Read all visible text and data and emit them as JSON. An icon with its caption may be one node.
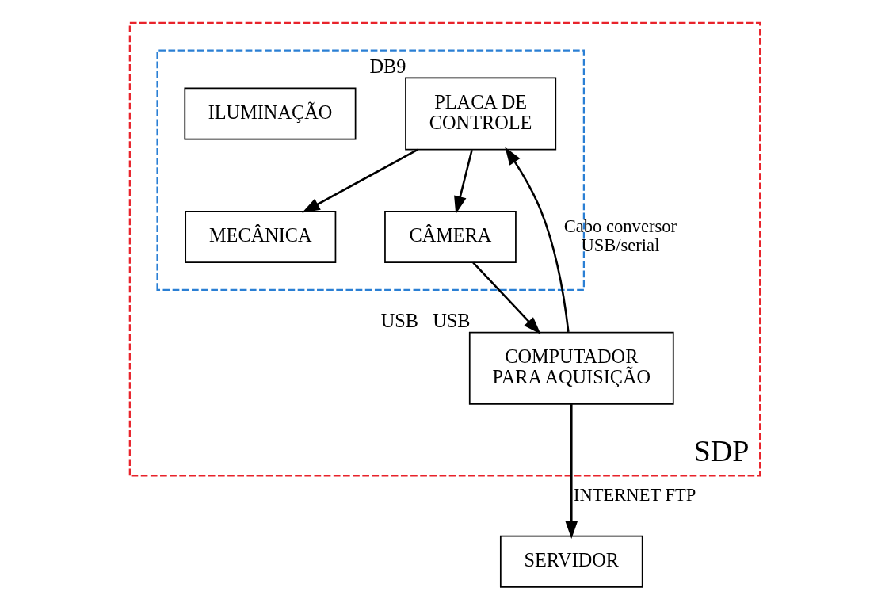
{
  "diagram": {
    "nodes": [
      {
        "text": [
          "SDP"
        ]
      },
      {
        "text": [],
        "shape": "box",
        "in": 0
      },
      {
        "text": [
          "PLACA DE CONTROLE"
        ],
        "in": 1,
        "beside": [
          "DB9"
        ]
      },
      {
        "text": [
          "ILUMINAÇÃO"
        ],
        "in": 1
      },
      {
        "text": [
          "MECÂNICA"
        ],
        "in": 1
      },
      {
        "text": [
          "CÂMERA"
        ],
        "in": 1
      },
      {
        "text": [
          "COMPUTADOR PARA AQUISIÇÃO"
        ],
        "in": 0,
        "beside": [
          "USB",
          "USB"
        ]
      },
      {
        "text": [
          "SERVIDOR"
        ]
      }
    ],
    "edges": [
      {
        "from": 6,
        "to": 2,
        "arrow": "to",
        "label": "Cabo conversor USB/serial"
      },
      {
        "from": 2,
        "to": 4,
        "arrow": "to"
      },
      {
        "from": 2,
        "to": 5,
        "arrow": "to"
      },
      {
        "from": 5,
        "to": 6,
        "arrow": "to"
      },
      {
        "from": 6,
        "to": 7,
        "arrow": "to",
        "label": "INTERNET FTP"
      }
    ]
  }
}
